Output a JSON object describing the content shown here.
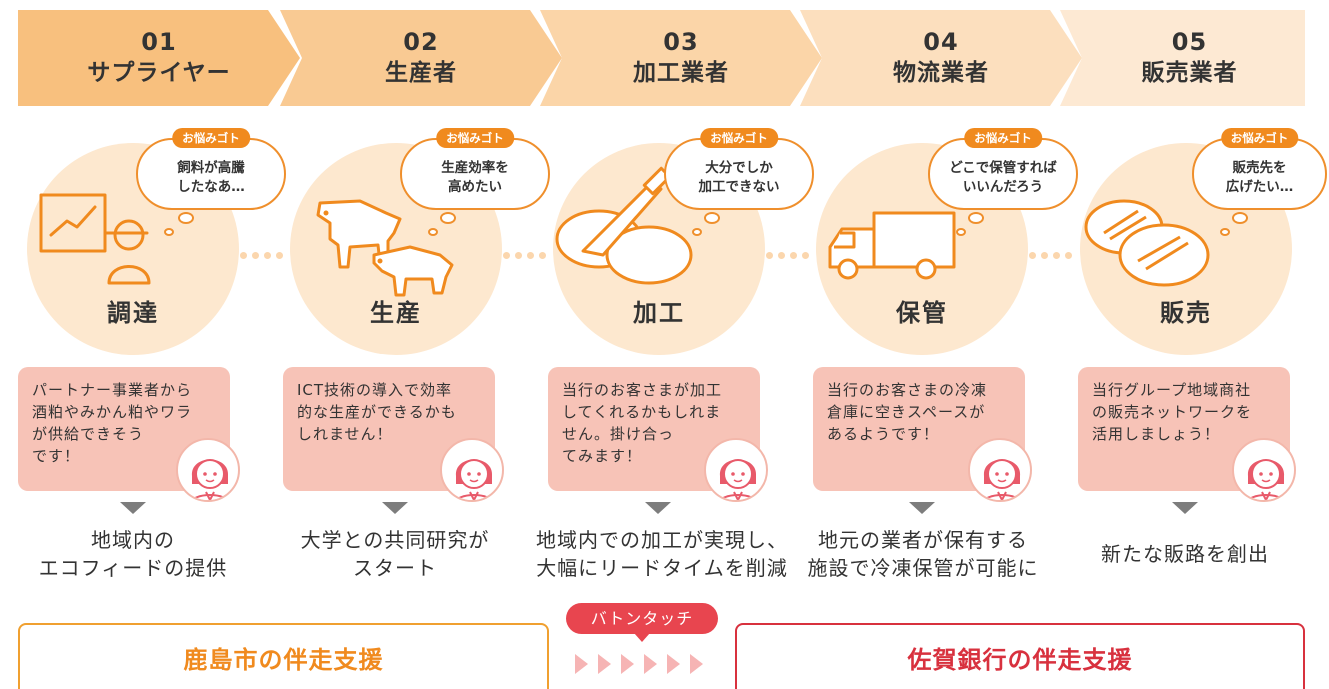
{
  "steps": [
    {
      "num": "01",
      "name": "サプライヤー",
      "color": "#f8c07e",
      "tag": "お悩みゴト",
      "worry": [
        "飼料が高騰",
        "したなあ…"
      ],
      "label": "調達",
      "icon": "supplier-chart-person-icon",
      "message": [
        "パートナー事業者から",
        "酒粕やみかん粕やワラ",
        "が供給できそう",
        "です！"
      ],
      "result": [
        "地域内の",
        "エコフィードの提供"
      ]
    },
    {
      "num": "02",
      "name": "生産者",
      "color": "#f9ca93",
      "tag": "お悩みゴト",
      "worry": [
        "生産効率を",
        "高めたい"
      ],
      "label": "生産",
      "icon": "cattle-icon",
      "message": [
        "ICT技術の導入で効率",
        "的な生産ができるかも",
        "しれません！"
      ],
      "result": [
        "大学との共同研究が",
        "スタート"
      ]
    },
    {
      "num": "03",
      "name": "加工業者",
      "color": "#fbd5a8",
      "tag": "お悩みゴト",
      "worry": [
        "大分でしか",
        "加工できない"
      ],
      "label": "加工",
      "icon": "knife-meat-icon",
      "message": [
        "当行のお客さまが加工",
        "してくれるかもしれま",
        "せん。掛け合っ",
        "てみます！"
      ],
      "result": [
        "地域内での加工が実現し、",
        "大幅にリードタイムを削減"
      ]
    },
    {
      "num": "04",
      "name": "物流業者",
      "color": "#fcdfbe",
      "tag": "お悩みゴト",
      "worry": [
        "どこで保管すれば",
        "いいんだろう"
      ],
      "label": "保管",
      "icon": "truck-icon",
      "message": [
        "当行のお客さまの冷凍",
        "倉庫に空きスペースが",
        "あるようです！"
      ],
      "result": [
        "地元の業者が保有する",
        "施設で冷凍保管が可能に"
      ]
    },
    {
      "num": "05",
      "name": "販売業者",
      "color": "#fde9d3",
      "tag": "お悩みゴト",
      "worry": [
        "販売先を",
        "広げたい…"
      ],
      "label": "販売",
      "icon": "steak-icon",
      "message": [
        "当行グループ地域商社",
        "の販売ネットワークを",
        "活用しましょう！"
      ],
      "result": [
        "新たな販路を創出"
      ]
    }
  ],
  "bottom": {
    "left_title": "鹿島市の伴走支援",
    "left_color": "#f0a030",
    "baton": "バトンタッチ",
    "right_title": "佐賀銀行の伴走支援",
    "right_color": "#d8313e"
  }
}
